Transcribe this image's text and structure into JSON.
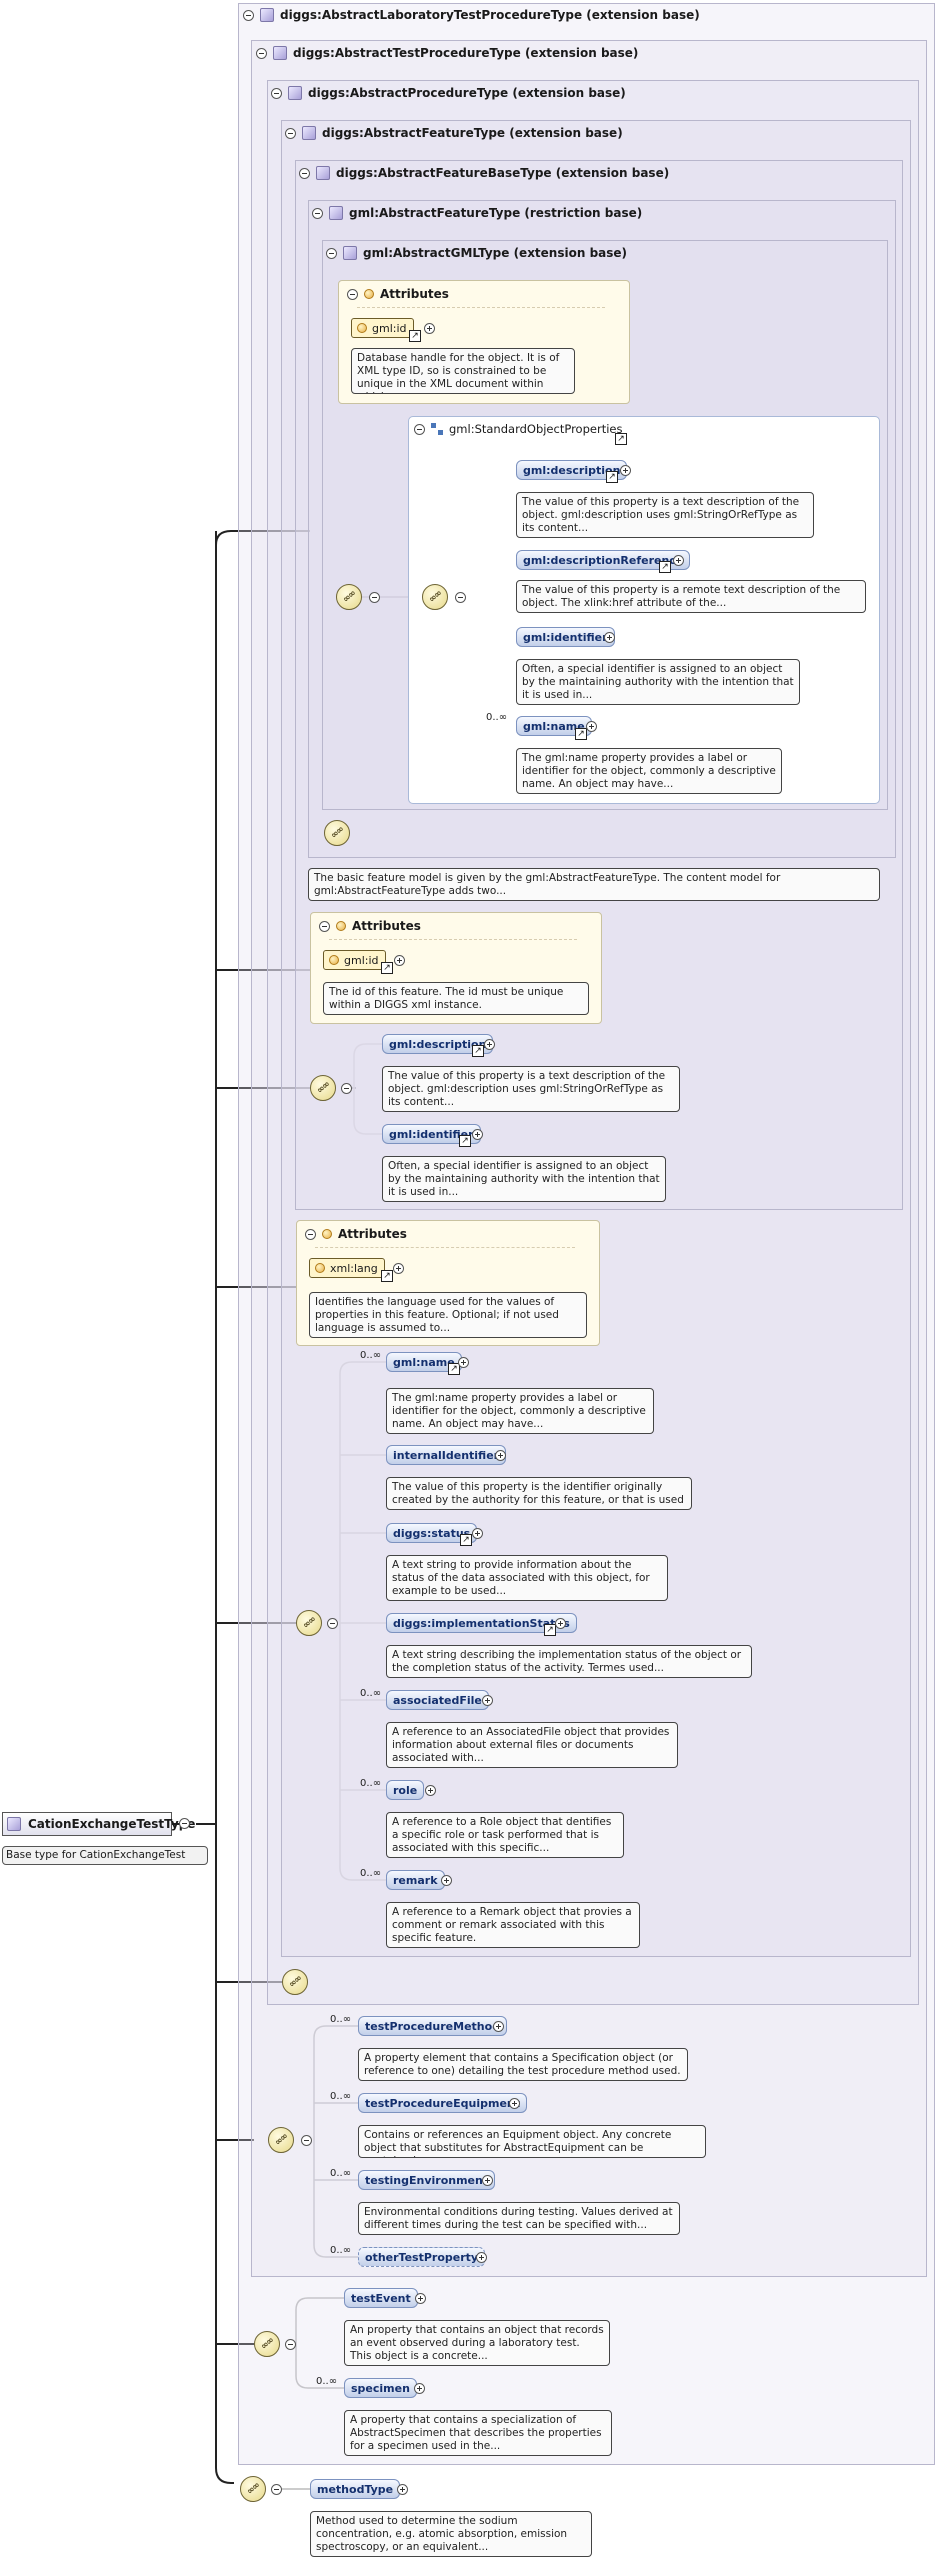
{
  "root": {
    "name": "CationExchangeTestType",
    "doc": "Base type for CationExchangeTest"
  },
  "bases": [
    {
      "label": "diggs:AbstractLaboratoryTestProcedureType (extension base)"
    },
    {
      "label": "diggs:AbstractTestProcedureType (extension base)"
    },
    {
      "label": "diggs:AbstractProcedureType (extension base)"
    },
    {
      "label": "diggs:AbstractFeatureType (extension base)"
    },
    {
      "label": "diggs:AbstractFeatureBaseType (extension base)"
    },
    {
      "label": "gml:AbstractFeatureType (restriction base)"
    },
    {
      "label": "gml:AbstractGMLType (extension base)"
    }
  ],
  "attrGroups": [
    {
      "title": "Attributes",
      "attr": "gml:id",
      "doc": "Database handle for the object. It is of XML type ID, so is constrained to be unique in the XML document within which..."
    },
    {
      "title": "Attributes",
      "attr": "gml:id",
      "doc": "The id of this feature. The id must be unique within a DIGGS xml instance."
    },
    {
      "title": "Attributes",
      "attr": "xml:lang",
      "doc": "Identifies the language used for the values of properties in this feature. Optional; if not used language is assumed to..."
    }
  ],
  "group": {
    "name": "gml:StandardObjectProperties"
  },
  "cardinality": "0..∞",
  "elements": {
    "gmlDescription1": {
      "name": "gml:description",
      "doc": "The value of this property is a text description of the object. gml:description uses gml:StringOrRefType as its content..."
    },
    "gmlDescriptionReference": {
      "name": "gml:descriptionReference",
      "doc": "The value of this property is a remote text description of the object. The xlink:href attribute of the..."
    },
    "gmlIdentifier1": {
      "name": "gml:identifier",
      "doc": "Often, a special identifier is assigned to an object by the maintaining authority with the intention that it is used in..."
    },
    "gmlName1": {
      "name": "gml:name",
      "doc": "The gml:name property provides a label or identifier for the object, commonly a descriptive name. An object may have..."
    },
    "featureModelDoc": {
      "doc": "The basic feature model is given by the gml:AbstractFeatureType. The content model for gml:AbstractFeatureType adds two..."
    },
    "gmlDescription2": {
      "name": "gml:description",
      "doc": "The value of this property is a text description of the object. gml:description uses gml:StringOrRefType as its content..."
    },
    "gmlIdentifier2": {
      "name": "gml:identifier",
      "doc": "Often, a special identifier is assigned to an object by the maintaining authority with the intention that it is used in..."
    },
    "gmlName2": {
      "name": "gml:name",
      "doc": "The gml:name property provides a label or identifier for the object, commonly a descriptive name. An object may have..."
    },
    "internalIdentifier": {
      "name": "internalIdentifier",
      "doc": "The value of this property is the identifier originally created by the authority for this feature, or that is used as..."
    },
    "diggsStatus": {
      "name": "diggs:status",
      "doc": "A text string to provide information about the status of the data associated with this object, for example to be used..."
    },
    "implementationStatus": {
      "name": "diggs:implementationStatus",
      "doc": "A text string describing the implementation status of the object or the completion status of the activity. Termes used..."
    },
    "associatedFile": {
      "name": "associatedFile",
      "doc": "A reference to an AssociatedFile object that provides information about external files or documents associated with..."
    },
    "role": {
      "name": "role",
      "doc": "A reference to a Role object that dentifies a specific role or task performed that is associated with this specific..."
    },
    "remark": {
      "name": "remark",
      "doc": "A reference to a Remark object that provies a comment or remark associated with this specific feature."
    },
    "testProcedureMethod": {
      "name": "testProcedureMethod",
      "doc": "A property element that contains a Specification object (or reference to one) detailing the test procedure method used."
    },
    "testProcedureEquipment": {
      "name": "testProcedureEquipment",
      "doc": "Contains or references an Equipment object. Any concrete object that substitutes for AbstractEquipment can be contained..."
    },
    "testingEnvironment": {
      "name": "testingEnvironment",
      "doc": "Environmental conditions during testing. Values derived at different times during the test can be specified with..."
    },
    "otherTestProperty": {
      "name": "otherTestProperty"
    },
    "testEvent": {
      "name": "testEvent",
      "doc": "An property that contains an object that records an event observed during a laboratory test. This object is a concrete..."
    },
    "specimen": {
      "name": "specimen",
      "doc": "A property that contains a specialization of AbstractSpecimen that describes the properties for a specimen used in the..."
    },
    "methodType": {
      "name": "methodType",
      "doc": "Method used to determine the sodium concentration, e.g. atomic absorption, emission spectroscopy, or an equivalent..."
    }
  },
  "icons": {
    "sequence": "sequence-icon",
    "link": "link-arrow-icon",
    "expand": "expand-plus-icon",
    "collapse": "collapse-minus-icon",
    "attribute": "attribute-bulb-icon",
    "type": "complex-type-icon",
    "group": "group-icon"
  },
  "colors": {
    "element_fill": "#c2cfe9",
    "attribute_fill": "#fff5cc",
    "attr_box": "#fffbea",
    "sequence": "#e7d98a",
    "container_border": "#b8b6cc"
  }
}
